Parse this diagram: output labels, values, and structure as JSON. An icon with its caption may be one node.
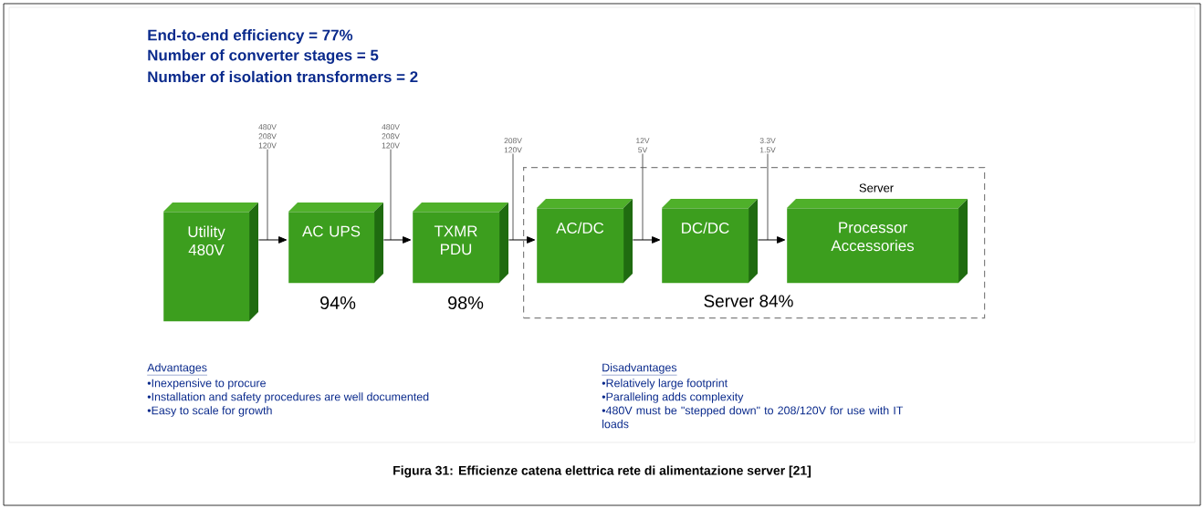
{
  "diagram": {
    "caption": "Figura 31: Efficienze catena elettrica rete di alimentazione server [21]",
    "nodes": [
      {
        "text": [
          "Utility 480V"
        ]
      },
      {
        "text": [
          "AC UPS"
        ],
        "beside": [
          "94%"
        ]
      },
      {
        "text": [
          "TXMR PDU"
        ],
        "beside": [
          "98%"
        ]
      },
      {
        "text": [
          "Server 84%"
        ]
      },
      {
        "text": [
          "AC/DC"
        ],
        "in": 3
      },
      {
        "text": [
          "DC/DC"
        ],
        "in": 3
      },
      {
        "text": [
          "Processor Accessories"
        ],
        "in": 3,
        "beside": [
          "Server"
        ]
      }
    ],
    "edges": [
      {
        "from": 0,
        "to": 1,
        "arrow": "to"
      },
      {
        "from": 1,
        "to": 2,
        "arrow": "to"
      },
      {
        "from": 2,
        "to": 4,
        "arrow": "to"
      },
      {
        "from": 4,
        "to": 5,
        "arrow": "to"
      },
      {
        "from": 5,
        "to": 6,
        "arrow": "to"
      }
    ],
    "labels": [
      "End-to-end efficiency = 77%",
      "Number of converter stages = 5",
      "Number of isolation transformers = 2",
      "480V 208V 120V",
      "480V 208V 120V",
      "208V 120V",
      "12V 5V",
      "3.3V 1.5V",
      "Advantages",
      "•Inexpensive to procure",
      "•Installation and safety procedures are well documented",
      "•Easy to scale for growth",
      "Disadvantages",
      "•Relatively large footprint",
      "•Paralleling adds complexity",
      "•480V must be \"stepped down\" to 208/120V for use with IT loads"
    ]
  }
}
